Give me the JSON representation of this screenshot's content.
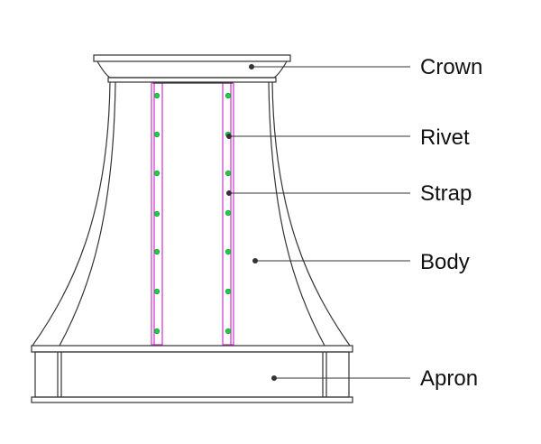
{
  "diagram": {
    "labels": {
      "crown": "Crown",
      "rivet": "Rivet",
      "strap": "Strap",
      "body": "Body",
      "apron": "Apron"
    },
    "colors": {
      "outline": "#333333",
      "strap": "#cc33cc",
      "rivet": "#22cc44",
      "leader": "#333333",
      "text": "#111111"
    },
    "rivets_per_strap": 7
  }
}
